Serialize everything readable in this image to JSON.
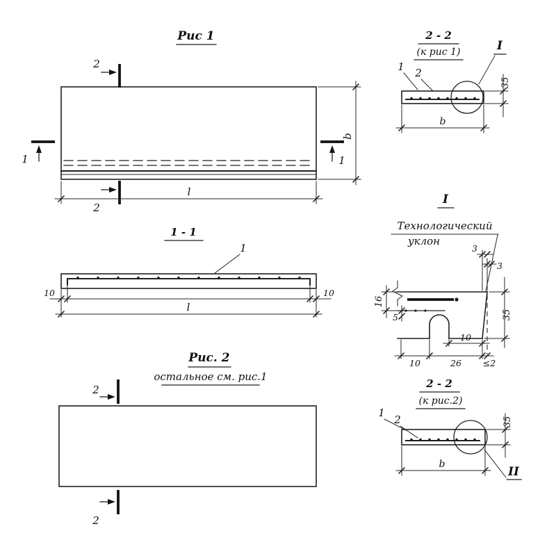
{
  "drawing": {
    "background": "#ffffff",
    "line_color": "#1f1f1f"
  },
  "fig1": {
    "title": "Рис 1",
    "mark2_top": "2",
    "mark2_bottom": "2",
    "mark1_left": "1",
    "mark1_right": "1",
    "dim_length": "l",
    "dim_width": "b"
  },
  "sec22_fig1": {
    "title": "2 - 2",
    "subtitle": "(к рис 1)",
    "detail_label": "I",
    "callout_1": "1",
    "callout_2": "2",
    "dim_thickness": "35",
    "dim_width": "b"
  },
  "sec11": {
    "title": "1 - 1",
    "callout_1": "1",
    "dim_left": "10",
    "dim_right": "10",
    "dim_length": "l"
  },
  "detail1": {
    "title": "I",
    "note_line1": "Технологический",
    "note_line2": "уклон",
    "dim_3_upper": "3",
    "dim_3_lower": "3",
    "dim_35": "35",
    "dim_16": "16",
    "dim_5": "5",
    "dim_10_mid": "10",
    "dim_10_bottom": "10",
    "dim_26": "26",
    "dim_le2": "≤2"
  },
  "fig2": {
    "title": "Рис. 2",
    "subtitle": "остальное  см. рис.1",
    "mark2_top": "2",
    "mark2_bottom": "2"
  },
  "sec22_fig2": {
    "title": "2 - 2",
    "subtitle": "(к рис.2)",
    "callout_1": "1",
    "callout_2": "2",
    "dim_thickness": "35",
    "dim_width": "b",
    "detail_label": "II"
  }
}
